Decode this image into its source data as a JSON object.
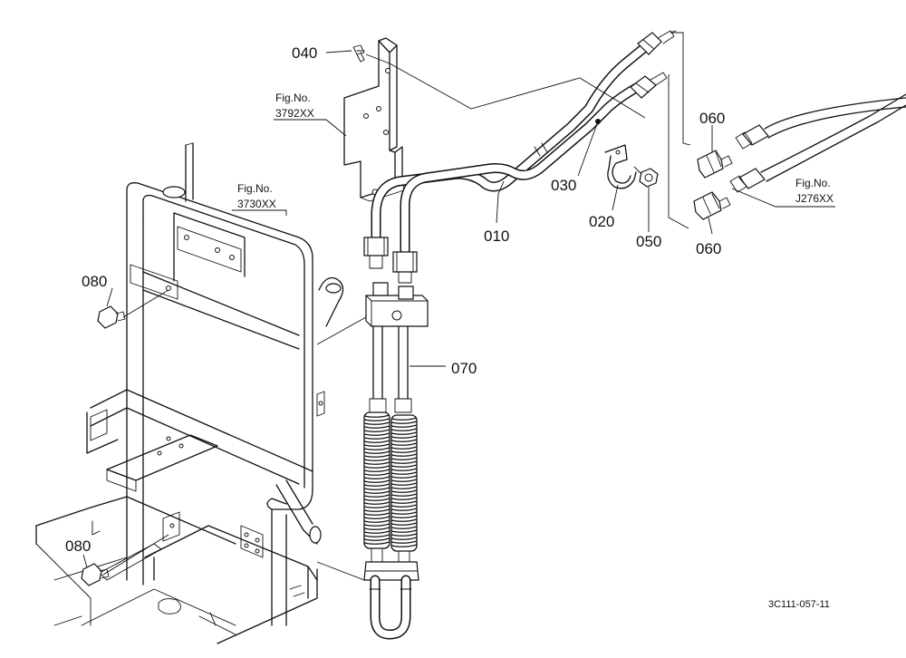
{
  "diagram": {
    "callouts": {
      "p040": "040",
      "p060a": "060",
      "p060b": "060",
      "p030": "030",
      "p010": "010",
      "p020": "020",
      "p050": "050",
      "p070": "070",
      "p080a": "080",
      "p080b": "080"
    },
    "figure_refs": {
      "r3792": {
        "label": "Fig.No.",
        "number": "3792XX"
      },
      "r3730": {
        "label": "Fig.No.",
        "number": "3730XX"
      },
      "rJ276": {
        "label": "Fig.No.",
        "number": "J276XX"
      }
    },
    "drawing_number": "3C111-057-11",
    "line_color": "#111111",
    "background_color": "#ffffff"
  }
}
